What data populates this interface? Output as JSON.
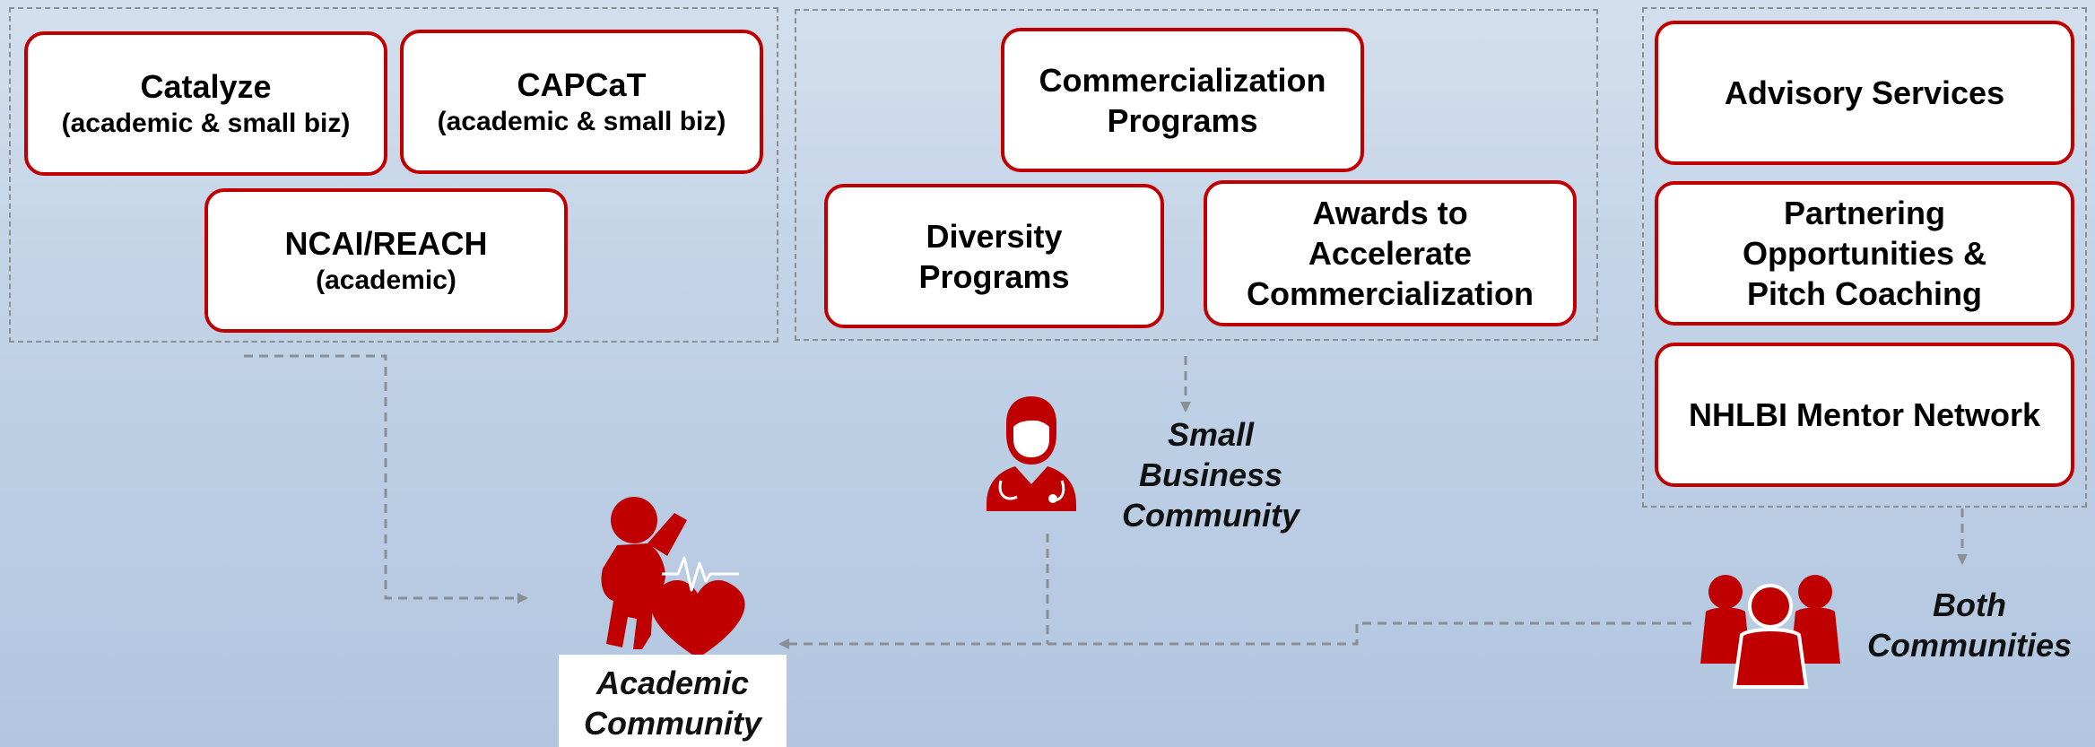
{
  "groups": {
    "academic": {
      "cards": [
        {
          "title": "Catalyze",
          "subtitle": "(academic & small biz)"
        },
        {
          "title": "CAPCaT",
          "subtitle": "(academic & small biz)"
        },
        {
          "title": "NCAI/REACH",
          "subtitle": "(academic)"
        }
      ]
    },
    "small_business": {
      "cards": [
        {
          "line1": "Commercialization",
          "line2": "Programs"
        },
        {
          "line1": "Diversity",
          "line2": "Programs"
        },
        {
          "line1": "Awards to",
          "line2": "Accelerate",
          "line3": "Commercialization"
        }
      ]
    },
    "both": {
      "cards": [
        {
          "line1": "Advisory Services"
        },
        {
          "line1": "Partnering",
          "line2": "Opportunities &",
          "line3": "Pitch Coaching"
        },
        {
          "line1": "NHLBI Mentor Network"
        }
      ]
    }
  },
  "communities": {
    "academic": {
      "line1": "Academic",
      "line2": "Community",
      "icon": "person-heart-icon"
    },
    "small_business": {
      "line1": "Small",
      "line2": "Business",
      "line3": "Community",
      "icon": "doctor-icon"
    },
    "both": {
      "line1": "Both",
      "line2": "Communities",
      "icon": "group-icon"
    }
  },
  "colors": {
    "accent": "#c00000",
    "connector": "#8a8f96",
    "background": "#c2d3e7"
  }
}
